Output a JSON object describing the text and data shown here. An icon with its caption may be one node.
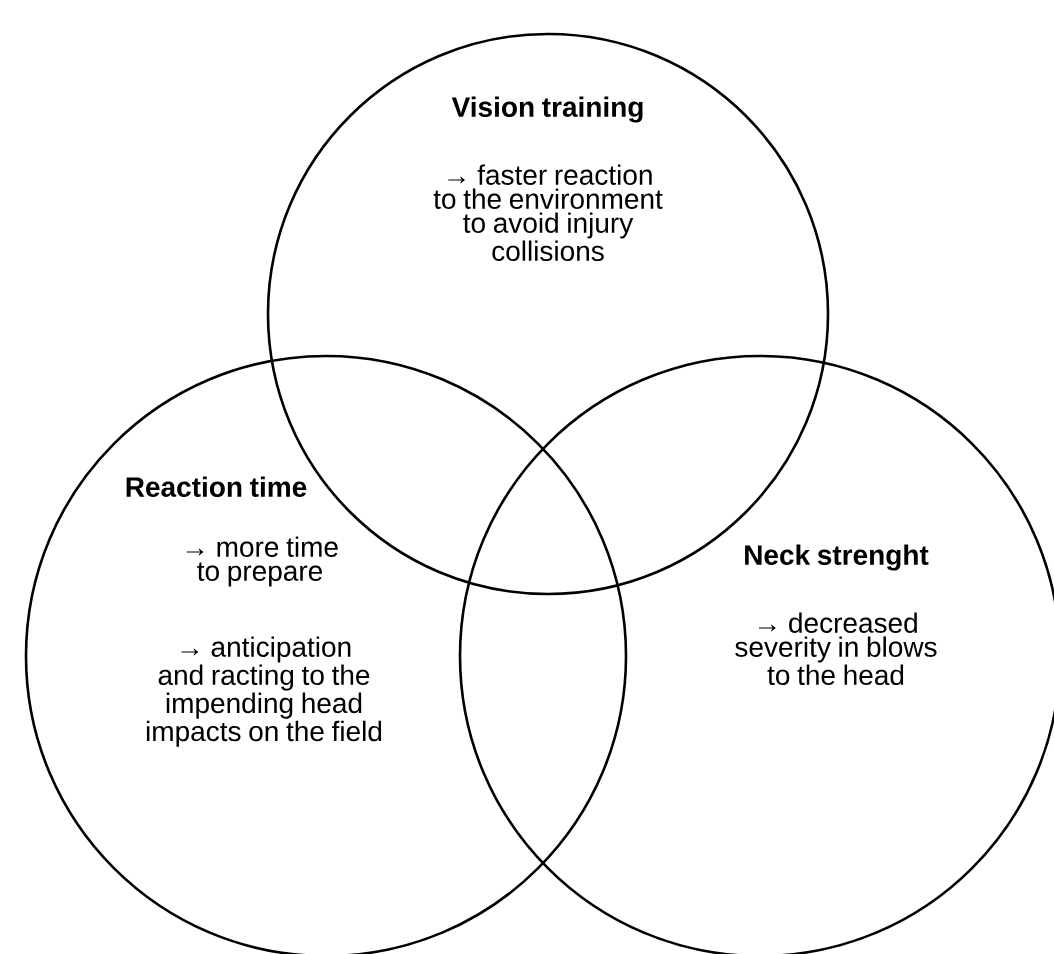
{
  "diagram": {
    "nodes": [
      {
        "text": [
          "Vision training",
          "→ faster reaction to the environment to avoid injury collisions"
        ]
      },
      {
        "text": [
          "Reaction time",
          "→ more time to prepare",
          "→ anticipation and racting to the impending head impacts on the field"
        ]
      },
      {
        "text": [
          "Neck strenght",
          "→ decreased severity in blows to the head"
        ]
      }
    ]
  }
}
